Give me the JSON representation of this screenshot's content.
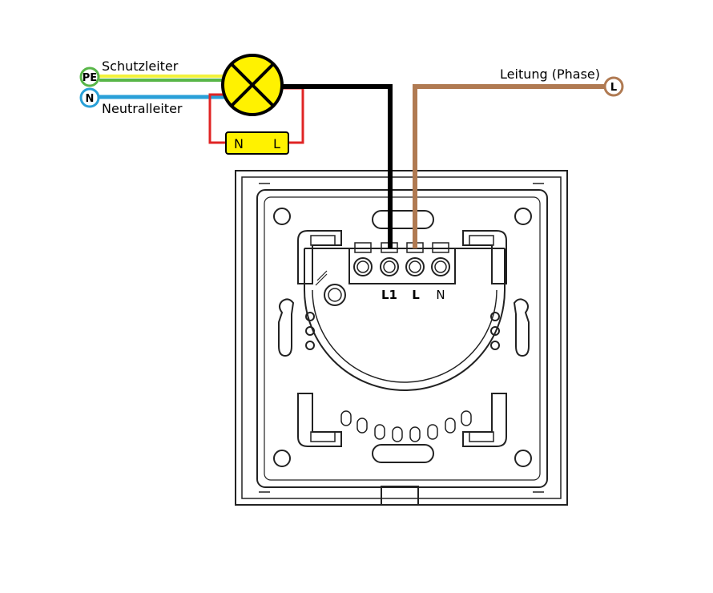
{
  "wires": {
    "pe": {
      "label": "Schutzleiter",
      "badge": "PE",
      "color": "#58b648",
      "color2": "#f2f23a"
    },
    "n": {
      "label": "Neutralleiter",
      "badge": "N",
      "color": "#29a0d8"
    },
    "l": {
      "label": "Leitung (Phase)",
      "badge": "L",
      "color": "#b07a52"
    },
    "switched": {
      "color": "#000000"
    },
    "driver": {
      "color": "#e02424"
    }
  },
  "lamp": {
    "color": "#fff200"
  },
  "driver_box": {
    "left_label": "N",
    "right_label": "L",
    "color": "#fff200"
  },
  "switch_terminals": {
    "l1": "L1",
    "l": "L",
    "n": "N"
  }
}
